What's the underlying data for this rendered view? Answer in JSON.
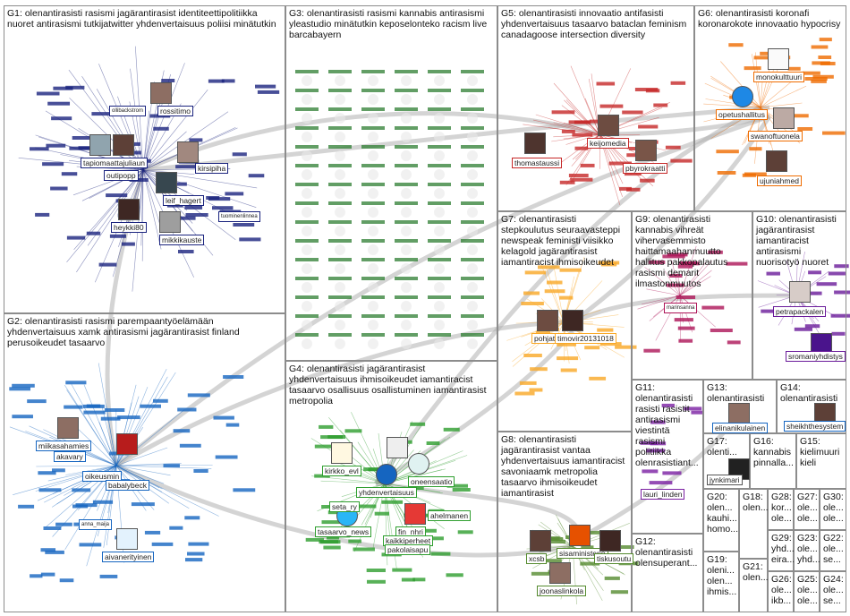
{
  "groups": [
    {
      "id": "G1",
      "title": "G1: olenantirasisti rasismi jagärantirasist identiteettipolitiikka nuoret antirasismi tutkijatwitter yhdenvertaisuus poliisi minätutkin",
      "color": "#1a237e"
    },
    {
      "id": "G2",
      "title": "G2: olenantirasisti rasismi parempaantyöelämään yhdenvertaisuus xamk antirasismi jagärantirasist finland perusoikeudet tasaarvo",
      "color": "#1565c0"
    },
    {
      "id": "G3",
      "title": "G3: olenantirasisti rasismi kannabis antirasismi yleastudio minätutkin keposelonteko racism live barcabayern",
      "color": "#2e7d32"
    },
    {
      "id": "G4",
      "title": "G4: olenantirasisti jagärantirasist yhdenvertaisuus ihmisoikeudet iamantiracist tasaarvo osallisuus osallistuminen iamantirasist metropolia",
      "color": "#2e9e2e"
    },
    {
      "id": "G5",
      "title": "G5: olenantirasisti innovaatio antifasisti yhdenvertaisuus tasaarvo bataclan feminism canadagoose intersection diversity",
      "color": "#c62828"
    },
    {
      "id": "G6",
      "title": "G6: olenantirasisti koronafi koronarokote innovaatio hypocrisy",
      "color": "#ef6c00"
    },
    {
      "id": "G7",
      "title": "G7: olenantirasisti stepkoulutus seuraavasteppi newspeak feministi viisikko kelagold jagärantirasist iamantiracist ihmisoikeudet",
      "color": "#f9a825"
    },
    {
      "id": "G8",
      "title": "G8: olenantirasisti jagärantirasist vantaa yhdenvertaisuus iamantiracist savoniaamk metropolia tasaarvo ihmisoikeudet iamantirasist",
      "color": "#558b2f"
    },
    {
      "id": "G9",
      "title": "G9: olenantirasisti kannabis vihreät vihervasemmisto haittamaahanmuutto hallitus pakkopalautus rasismi demarit ilmastonmuutos",
      "color": "#ad1457"
    },
    {
      "id": "G10",
      "title": "G10: olenantirasisti jagärantirasist iamantiracist antirasismi nuorisotyö nuoret",
      "color": "#6a1b9a"
    },
    {
      "id": "G11",
      "title": "G11: olenantirasisti rasisti rasistit antirasismi viestintä rasismi politiikka olenrasistiant...",
      "color": "#7b1fa2"
    },
    {
      "id": "G12",
      "title": "G12: olenantirasisti olensuperant...",
      "color": "#555555"
    },
    {
      "id": "G13",
      "title": "G13: olenantirasisti",
      "color": "#555555"
    },
    {
      "id": "G14",
      "title": "G14: olenantirasisti",
      "color": "#555555"
    },
    {
      "id": "G15",
      "title": "G15: kielimuuri kieli",
      "color": "#555555"
    },
    {
      "id": "G16",
      "title": "G16: kannabis pinnalla...",
      "color": "#555555"
    },
    {
      "id": "G17",
      "title": "G17: olenti...",
      "color": "#555555"
    },
    {
      "id": "G18",
      "title": "G18: olen...",
      "color": "#555555"
    },
    {
      "id": "G19",
      "title": "G19: oleni... olen... ihmis...",
      "color": "#555555"
    },
    {
      "id": "G20",
      "title": "G20: olen... kauhi... homo...",
      "color": "#555555"
    },
    {
      "id": "G21",
      "title": "G21: olen...",
      "color": "#555555"
    },
    {
      "id": "G22",
      "title": "G22: ole... se...",
      "color": "#555555"
    },
    {
      "id": "G23",
      "title": "G23: ole... yhd...",
      "color": "#555555"
    },
    {
      "id": "G24",
      "title": "G24: ole... se...",
      "color": "#555555"
    },
    {
      "id": "G25",
      "title": "G25: ole... ole...",
      "color": "#555555"
    },
    {
      "id": "G26",
      "title": "G26: ole... ikb...",
      "color": "#555555"
    },
    {
      "id": "G27",
      "title": "G27: ole... ole...",
      "color": "#555555"
    },
    {
      "id": "G28",
      "title": "G28: kor... ole...",
      "color": "#555555"
    },
    {
      "id": "G29",
      "title": "G29: yhd... eira...",
      "color": "#555555"
    },
    {
      "id": "G30",
      "title": "G30: ole... ole...",
      "color": "#555555"
    }
  ],
  "nodes": [
    {
      "name": "rossitimo",
      "group": "G1"
    },
    {
      "name": "ollibackstrom",
      "group": "G1"
    },
    {
      "name": "tapiomaattajuliaun",
      "group": "G1"
    },
    {
      "name": "kirsipiha",
      "group": "G1"
    },
    {
      "name": "outipopp",
      "group": "G1"
    },
    {
      "name": "leif_hagert",
      "group": "G1"
    },
    {
      "name": "heykki80",
      "group": "G1"
    },
    {
      "name": "mikkikauste",
      "group": "G1"
    },
    {
      "name": "tuominenlinnea",
      "group": "G1"
    },
    {
      "name": "miikasahamies",
      "group": "G2"
    },
    {
      "name": "akavary",
      "group": "G2"
    },
    {
      "name": "oikeusmin",
      "group": "G2"
    },
    {
      "name": "babalybeck",
      "group": "G2"
    },
    {
      "name": "aivanerityinen",
      "group": "G2"
    },
    {
      "name": "anna_maija",
      "group": "G2"
    },
    {
      "name": "kirkko_evl",
      "group": "G4"
    },
    {
      "name": "yhdenvertaisuus",
      "group": "G4"
    },
    {
      "name": "seta_ry",
      "group": "G4"
    },
    {
      "name": "tasaarvo_news",
      "group": "G4"
    },
    {
      "name": "fin_nhri",
      "group": "G4"
    },
    {
      "name": "kaikkiperheet",
      "group": "G4"
    },
    {
      "name": "pakolaisapu",
      "group": "G4"
    },
    {
      "name": "ahelmanen",
      "group": "G4"
    },
    {
      "name": "oneensaatio",
      "group": "G4"
    },
    {
      "name": "keijomedia",
      "group": "G5"
    },
    {
      "name": "thomastaussi",
      "group": "G5"
    },
    {
      "name": "pbyrokraatti",
      "group": "G5"
    },
    {
      "name": "monokulttuuri",
      "group": "G6"
    },
    {
      "name": "opetushallitus",
      "group": "G6"
    },
    {
      "name": "swanoftuonela",
      "group": "G6"
    },
    {
      "name": "ujuniahmed",
      "group": "G6"
    },
    {
      "name": "pohjat",
      "group": "G7"
    },
    {
      "name": "timovir20131018",
      "group": "G7"
    },
    {
      "name": "marinsanna",
      "group": "G9"
    },
    {
      "name": "petrapackalen",
      "group": "G10"
    },
    {
      "name": "sromaniyhdistys",
      "group": "G10"
    },
    {
      "name": "lauri_linden",
      "group": "G11"
    },
    {
      "name": "elinanikulainen",
      "group": "G13"
    },
    {
      "name": "sheikhthesystem",
      "group": "G14"
    },
    {
      "name": "jynkimari",
      "group": "G17"
    },
    {
      "name": "sisaministerio",
      "group": "G8"
    },
    {
      "name": "joonaslinkola",
      "group": "G8"
    },
    {
      "name": "tiskusoutu",
      "group": "G8"
    },
    {
      "name": "xcsb",
      "group": "G8"
    }
  ]
}
